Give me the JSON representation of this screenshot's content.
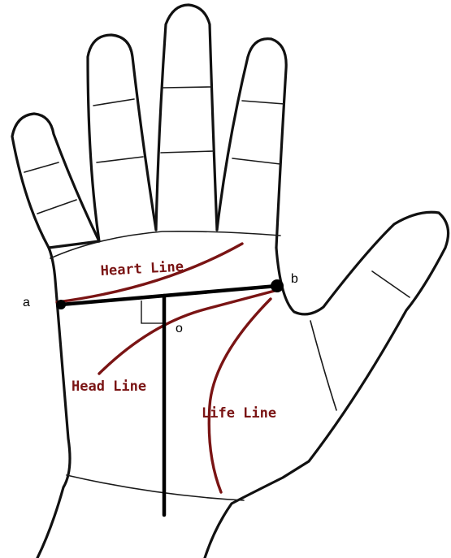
{
  "diagram": {
    "line_color": "#7a1414",
    "outline_color": "#111111",
    "palm_lines": [
      {
        "id": "heart",
        "label": "Heart Line"
      },
      {
        "id": "head",
        "label": "Head Line"
      },
      {
        "id": "life",
        "label": "Life Line"
      }
    ],
    "points": {
      "a": "a",
      "b": "b",
      "o": "o"
    }
  }
}
